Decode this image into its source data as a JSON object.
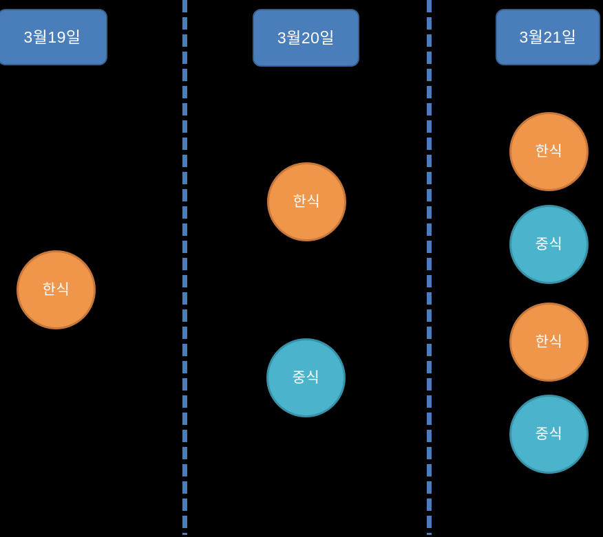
{
  "diagram": {
    "type": "three-column-day-schedule",
    "background_color": "#000000",
    "columns": [
      {
        "id": "day-1",
        "header_label": "3월19일",
        "items": [
          {
            "label": "한식",
            "category": "korean-food"
          }
        ]
      },
      {
        "id": "day-2",
        "header_label": "3월20일",
        "items": [
          {
            "label": "한식",
            "category": "korean-food"
          },
          {
            "label": "중식",
            "category": "chinese-food"
          }
        ]
      },
      {
        "id": "day-3",
        "header_label": "3월21일",
        "items": [
          {
            "label": "한식",
            "category": "korean-food"
          },
          {
            "label": "중식",
            "category": "chinese-food"
          },
          {
            "label": "한식",
            "category": "korean-food"
          },
          {
            "label": "중식",
            "category": "chinese-food"
          }
        ]
      }
    ],
    "colors": {
      "header_fill": "#4A7EBB",
      "header_border": "#37618F",
      "header_text": "#FFFFFF",
      "divider": "#4A7EBB",
      "korean_fill": "#F0964B",
      "korean_border": "#C8783A",
      "chinese_fill": "#4BB4CC",
      "chinese_border": "#3792A8",
      "bubble_text": "#FFFFFF"
    }
  }
}
